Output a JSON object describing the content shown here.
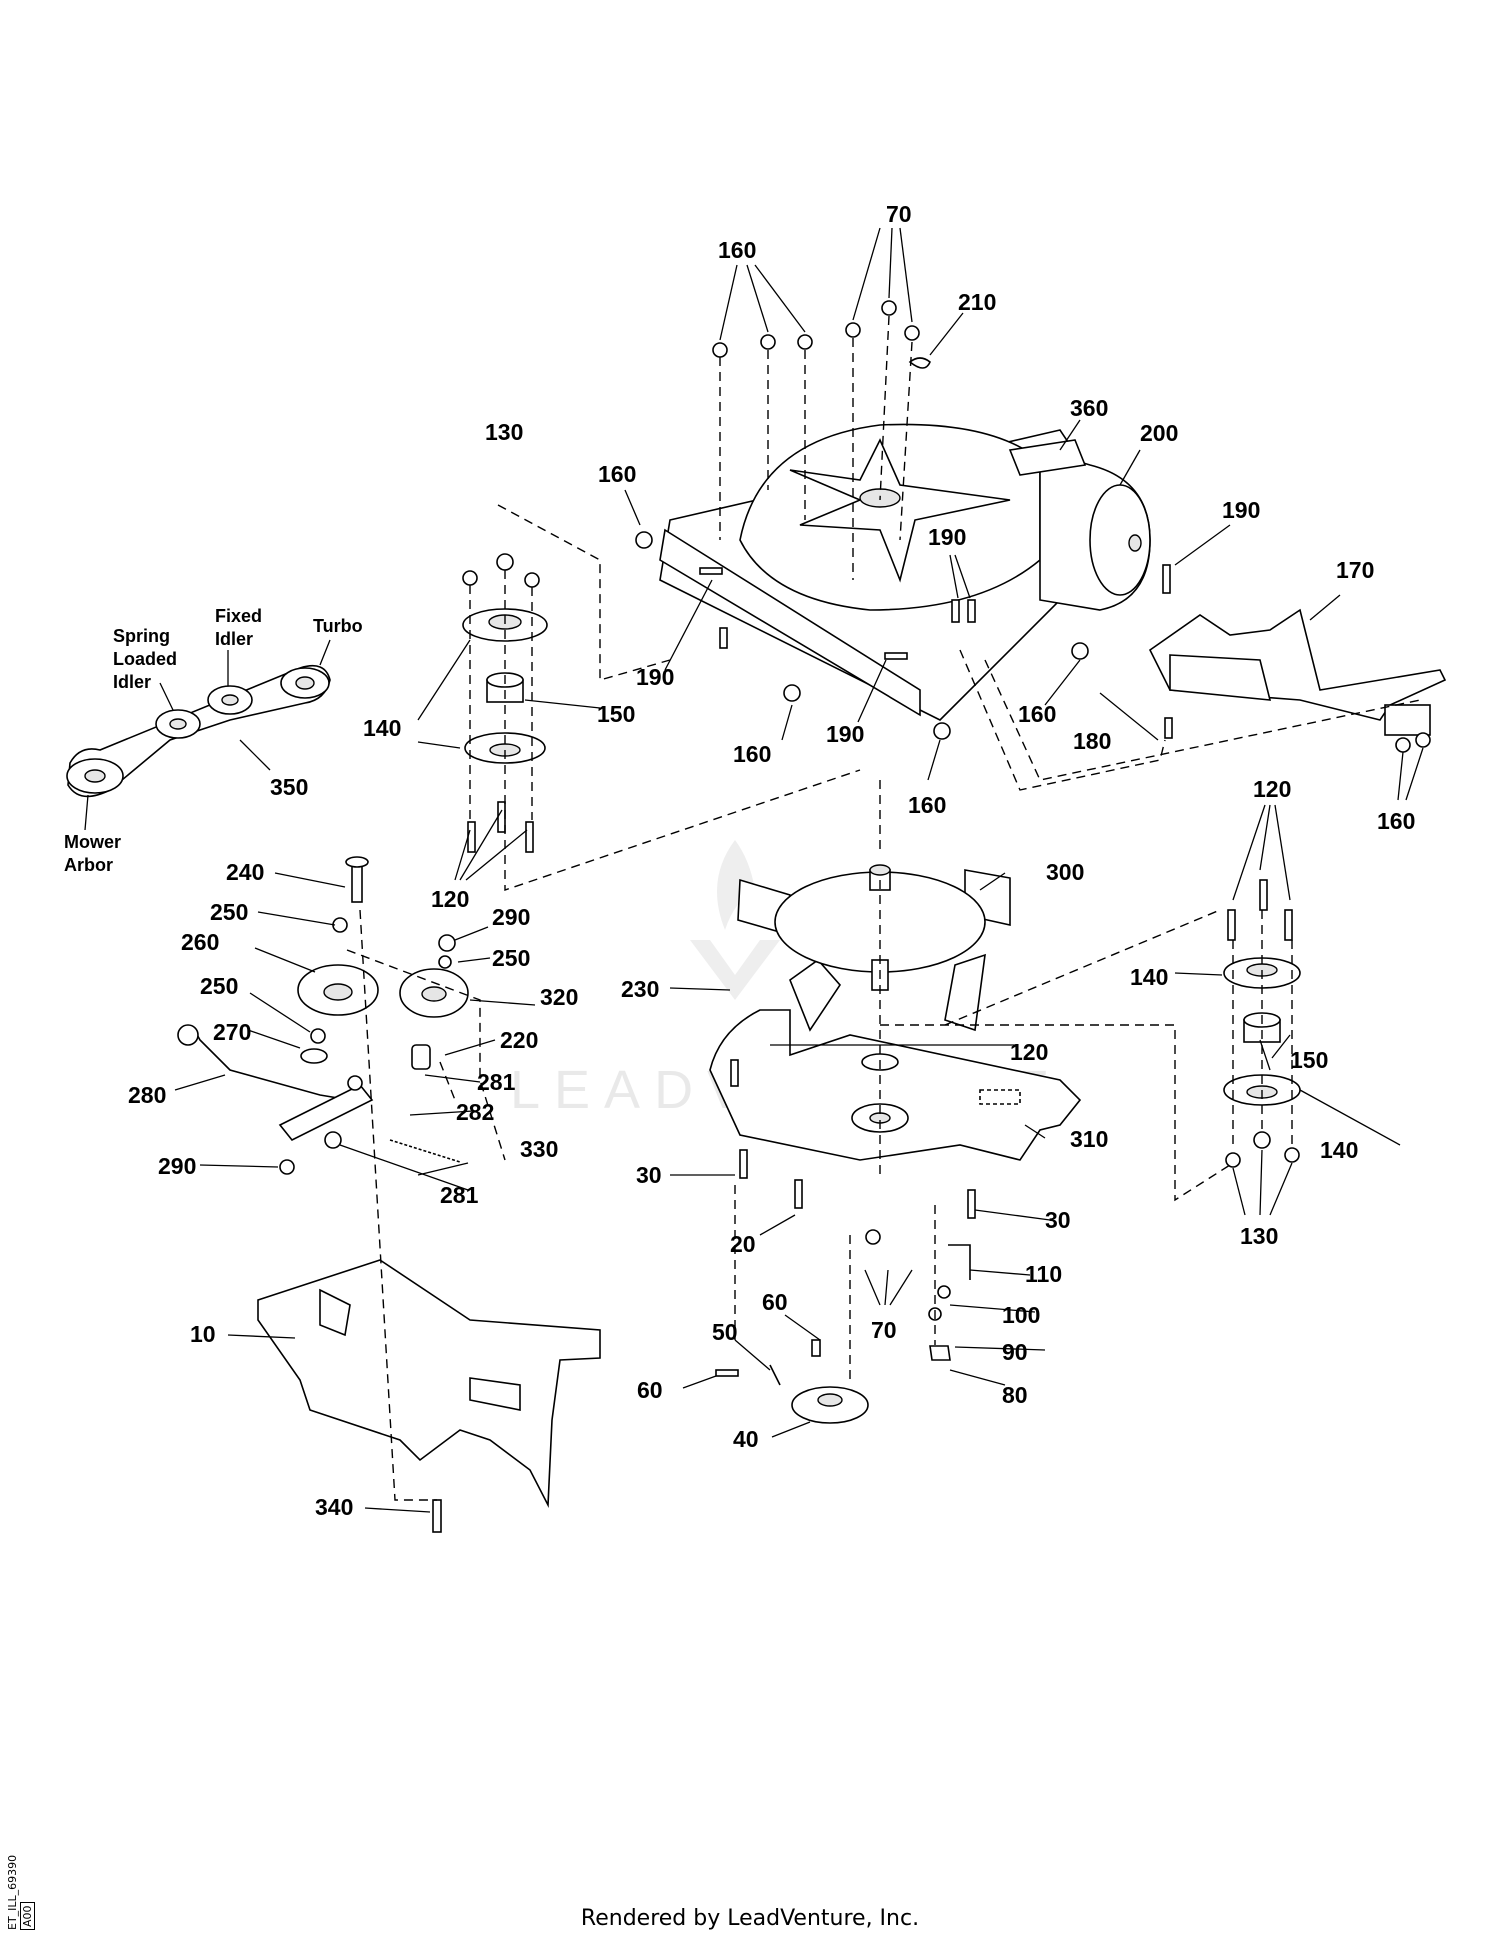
{
  "diagram": {
    "watermark_text": "LEADVENTURE",
    "callouts": [
      {
        "id": "c70",
        "text": "70"
      },
      {
        "id": "c160a",
        "text": "160"
      },
      {
        "id": "c210",
        "text": "210"
      },
      {
        "id": "c130a",
        "text": "130"
      },
      {
        "id": "c360",
        "text": "360"
      },
      {
        "id": "c200",
        "text": "200"
      },
      {
        "id": "c160b",
        "text": "160"
      },
      {
        "id": "c190a",
        "text": "190"
      },
      {
        "id": "c190b",
        "text": "190"
      },
      {
        "id": "c170",
        "text": "170"
      },
      {
        "id": "c190c",
        "text": "190"
      },
      {
        "id": "c150a",
        "text": "150"
      },
      {
        "id": "c140a",
        "text": "140"
      },
      {
        "id": "c160c",
        "text": "160"
      },
      {
        "id": "c190d",
        "text": "190"
      },
      {
        "id": "c160d",
        "text": "160"
      },
      {
        "id": "c180",
        "text": "180"
      },
      {
        "id": "c160e",
        "text": "160"
      },
      {
        "id": "c350",
        "text": "350"
      },
      {
        "id": "c120a",
        "text": "120"
      },
      {
        "id": "c160f",
        "text": "160"
      },
      {
        "id": "c240",
        "text": "240"
      },
      {
        "id": "c300",
        "text": "300"
      },
      {
        "id": "c120b",
        "text": "120"
      },
      {
        "id": "c250a",
        "text": "250"
      },
      {
        "id": "c290a",
        "text": "290"
      },
      {
        "id": "c260",
        "text": "260"
      },
      {
        "id": "c250b",
        "text": "250"
      },
      {
        "id": "c140b",
        "text": "140"
      },
      {
        "id": "c320",
        "text": "320"
      },
      {
        "id": "c230",
        "text": "230"
      },
      {
        "id": "c250c",
        "text": "250"
      },
      {
        "id": "c220",
        "text": "220"
      },
      {
        "id": "c270",
        "text": "270"
      },
      {
        "id": "c120c",
        "text": "120"
      },
      {
        "id": "c150b",
        "text": "150"
      },
      {
        "id": "c281a",
        "text": "281"
      },
      {
        "id": "c280",
        "text": "280"
      },
      {
        "id": "c282",
        "text": "282"
      },
      {
        "id": "c310",
        "text": "310"
      },
      {
        "id": "c140c",
        "text": "140"
      },
      {
        "id": "c330",
        "text": "330"
      },
      {
        "id": "c290b",
        "text": "290"
      },
      {
        "id": "c30a",
        "text": "30"
      },
      {
        "id": "c281b",
        "text": "281"
      },
      {
        "id": "c30b",
        "text": "30"
      },
      {
        "id": "c130b",
        "text": "130"
      },
      {
        "id": "c20",
        "text": "20"
      },
      {
        "id": "c110",
        "text": "110"
      },
      {
        "id": "c60a",
        "text": "60"
      },
      {
        "id": "c100",
        "text": "100"
      },
      {
        "id": "c70b",
        "text": "70"
      },
      {
        "id": "c10",
        "text": "10"
      },
      {
        "id": "c50",
        "text": "50"
      },
      {
        "id": "c90",
        "text": "90"
      },
      {
        "id": "c60b",
        "text": "60"
      },
      {
        "id": "c80",
        "text": "80"
      },
      {
        "id": "c40",
        "text": "40"
      },
      {
        "id": "c340",
        "text": "340"
      }
    ],
    "belt_labels": {
      "spring_loaded_idler": [
        "Spring",
        "Loaded",
        "Idler"
      ],
      "fixed_idler": [
        "Fixed",
        "Idler"
      ],
      "turbo": "Turbo",
      "mower_arbor": [
        "Mower",
        "Arbor"
      ]
    }
  },
  "reference_code": "ET_ILL_69390",
  "revision": "A00",
  "footer": "Rendered by LeadVenture, Inc."
}
